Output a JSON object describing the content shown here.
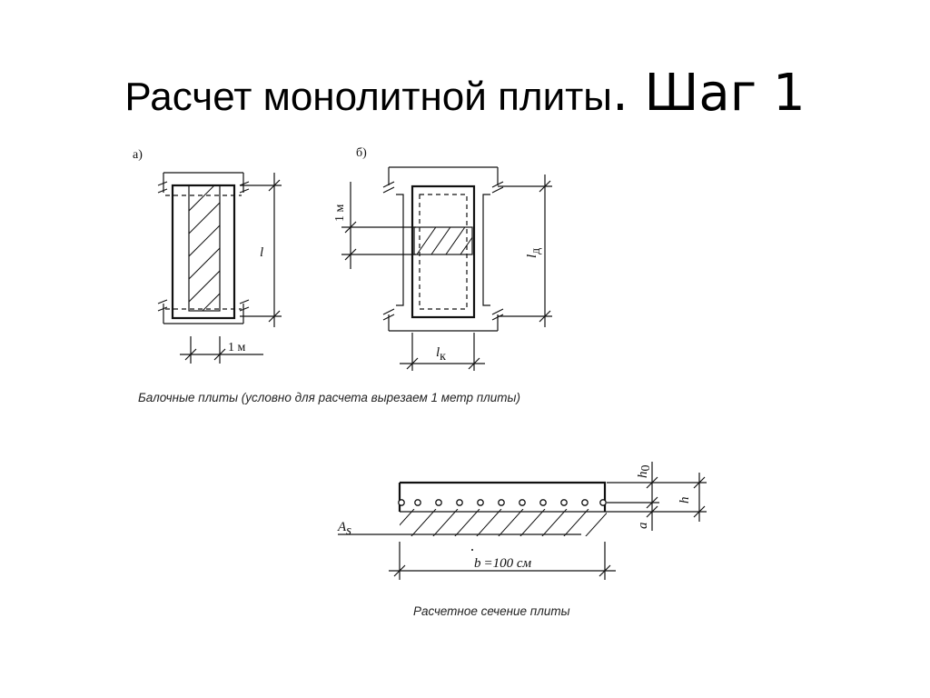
{
  "title": {
    "main": "Расчет монолитной плиты",
    "step": ". Шаг 1"
  },
  "fig_a": {
    "tag": "а)",
    "dim_len": "l",
    "dim_width": "1 м"
  },
  "fig_b": {
    "tag": "б)",
    "dim_strip": "1 м",
    "dim_len_main": "l",
    "dim_len_sub": "д",
    "dim_short_main": "l",
    "dim_short_sub": "к"
  },
  "caption_top": "Балочные плиты (условно для расчета вырезаем 1 метр плиты)",
  "section": {
    "h0_main": "h",
    "h0_sub": "0",
    "h": "h",
    "a": "a",
    "As_main": "A",
    "As_sub": "s",
    "width": "b =100 см"
  },
  "caption_bottom": "Расчетное сечение плиты"
}
